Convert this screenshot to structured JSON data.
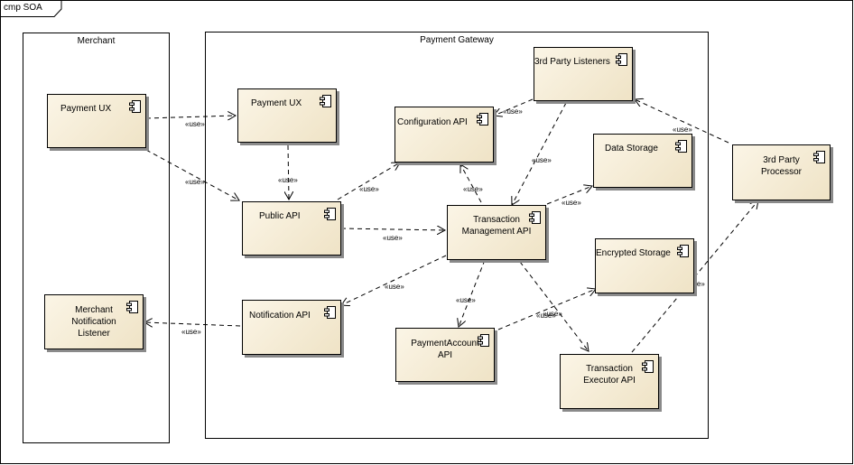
{
  "frame": {
    "tag": "cmp SOA"
  },
  "packages": [
    {
      "id": "merchant",
      "title": "Merchant"
    },
    {
      "id": "gateway",
      "title": "Payment Gateway"
    }
  ],
  "components": [
    {
      "id": "merchant_ux",
      "lines": [
        "Payment UX"
      ]
    },
    {
      "id": "merchant_listener",
      "lines": [
        "Merchant",
        "Notification",
        "Listener"
      ]
    },
    {
      "id": "gateway_ux",
      "lines": [
        "Payment UX"
      ]
    },
    {
      "id": "public_api",
      "lines": [
        "Public API"
      ]
    },
    {
      "id": "config_api",
      "lines": [
        "Configuration API"
      ]
    },
    {
      "id": "third_party_listeners",
      "lines": [
        "3rd Party Listeners"
      ]
    },
    {
      "id": "data_storage",
      "lines": [
        "Data Storage"
      ]
    },
    {
      "id": "tx_mgmt_api",
      "lines": [
        "Transaction",
        "Management API"
      ]
    },
    {
      "id": "encrypted_storage",
      "lines": [
        "Encrypted Storage"
      ]
    },
    {
      "id": "notification_api",
      "lines": [
        "Notification API"
      ]
    },
    {
      "id": "payment_account_api",
      "lines": [
        "PaymentAccount",
        "API"
      ]
    },
    {
      "id": "tx_executor_api",
      "lines": [
        "Transaction",
        "Executor API"
      ]
    },
    {
      "id": "third_party_processor",
      "lines": [
        "3rd Party",
        "Processor"
      ]
    }
  ],
  "dependencies": [
    {
      "from": "merchant_ux",
      "to": "gateway_ux",
      "label": "«use»"
    },
    {
      "from": "merchant_ux",
      "to": "public_api",
      "label": "«use»"
    },
    {
      "from": "gateway_ux",
      "to": "public_api",
      "label": "«use»"
    },
    {
      "from": "public_api",
      "to": "config_api",
      "label": "«use»"
    },
    {
      "from": "public_api",
      "to": "tx_mgmt_api",
      "label": "«use»"
    },
    {
      "from": "third_party_listeners",
      "to": "config_api",
      "label": "«use»"
    },
    {
      "from": "third_party_listeners",
      "to": "tx_mgmt_api",
      "label": "«use»"
    },
    {
      "from": "tx_mgmt_api",
      "to": "config_api",
      "label": "«use»"
    },
    {
      "from": "tx_mgmt_api",
      "to": "data_storage",
      "label": "«use»"
    },
    {
      "from": "tx_mgmt_api",
      "to": "notification_api",
      "label": "«use»"
    },
    {
      "from": "tx_mgmt_api",
      "to": "payment_account_api",
      "label": "«use»"
    },
    {
      "from": "tx_mgmt_api",
      "to": "tx_executor_api",
      "label": "«use»"
    },
    {
      "from": "payment_account_api",
      "to": "encrypted_storage",
      "label": "«use»"
    },
    {
      "from": "notification_api",
      "to": "merchant_listener",
      "label": "«use»"
    },
    {
      "from": "third_party_processor",
      "to": "third_party_listeners",
      "label": "«use»"
    },
    {
      "from": "tx_executor_api",
      "to": "third_party_processor",
      "label": "«use»"
    }
  ]
}
